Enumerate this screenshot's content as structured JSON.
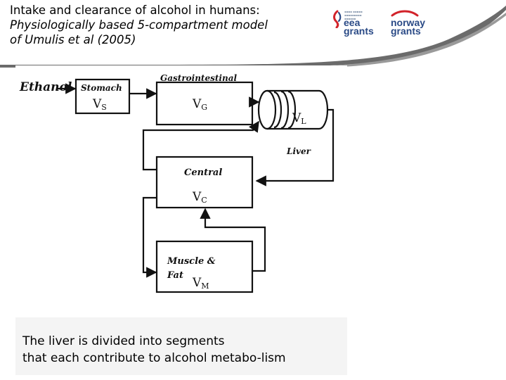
{
  "slide": {
    "title_lines": [
      "Intake and clearance of alcohol in humans:",
      "Physiologically based 5-compartment model",
      "of Umulis et al (2005)"
    ],
    "caption_lines": [
      "The liver is divided into segments",
      "that each contribute to alcohol metabo-lism"
    ]
  },
  "logos": {
    "eea": {
      "name": "eea grants",
      "brand_color": "#2a4a86",
      "accent_color": "#d2232a"
    },
    "norway": {
      "name": "norway grants",
      "brand_color": "#2a4a86",
      "accent_color": "#d2232a"
    }
  },
  "diagram": {
    "input_label": "Ethanol",
    "stomach": {
      "name": "Stomach",
      "volume": "V",
      "subscript": "S"
    },
    "gi": {
      "name": "Gastrointestinal",
      "volume": "V",
      "subscript": "G"
    },
    "liver": {
      "name": "Liver",
      "volume": "V",
      "subscript": "L"
    },
    "central": {
      "name": "Central",
      "volume": "V",
      "subscript": "C"
    },
    "muscle": {
      "name_line1": "Muscle &",
      "name_line2": "Fat",
      "volume": "V",
      "subscript": "M"
    }
  },
  "colors": {
    "swoosh": "#5a5a5a",
    "text": "#000000"
  }
}
